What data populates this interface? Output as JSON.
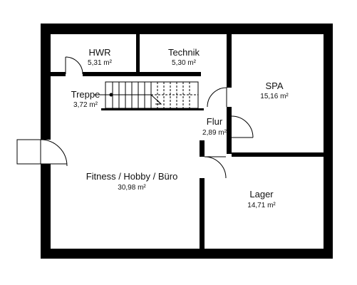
{
  "plan": {
    "rooms": [
      {
        "id": "hwr",
        "name": "HWR",
        "area": "5,31 m²"
      },
      {
        "id": "technik",
        "name": "Technik",
        "area": "5,30 m²"
      },
      {
        "id": "spa",
        "name": "SPA",
        "area": "15,16 m²"
      },
      {
        "id": "treppe",
        "name": "Treppe",
        "area": "3,72 m²"
      },
      {
        "id": "flur",
        "name": "Flur",
        "area": "2,89 m²"
      },
      {
        "id": "fitness",
        "name": "Fitness / Hobby / Büro",
        "area": "30,98 m²"
      },
      {
        "id": "lager",
        "name": "Lager",
        "area": "14,71 m²"
      }
    ],
    "colors": {
      "wall": "#000000",
      "floor": "#ffffff",
      "line": "#000000"
    }
  }
}
